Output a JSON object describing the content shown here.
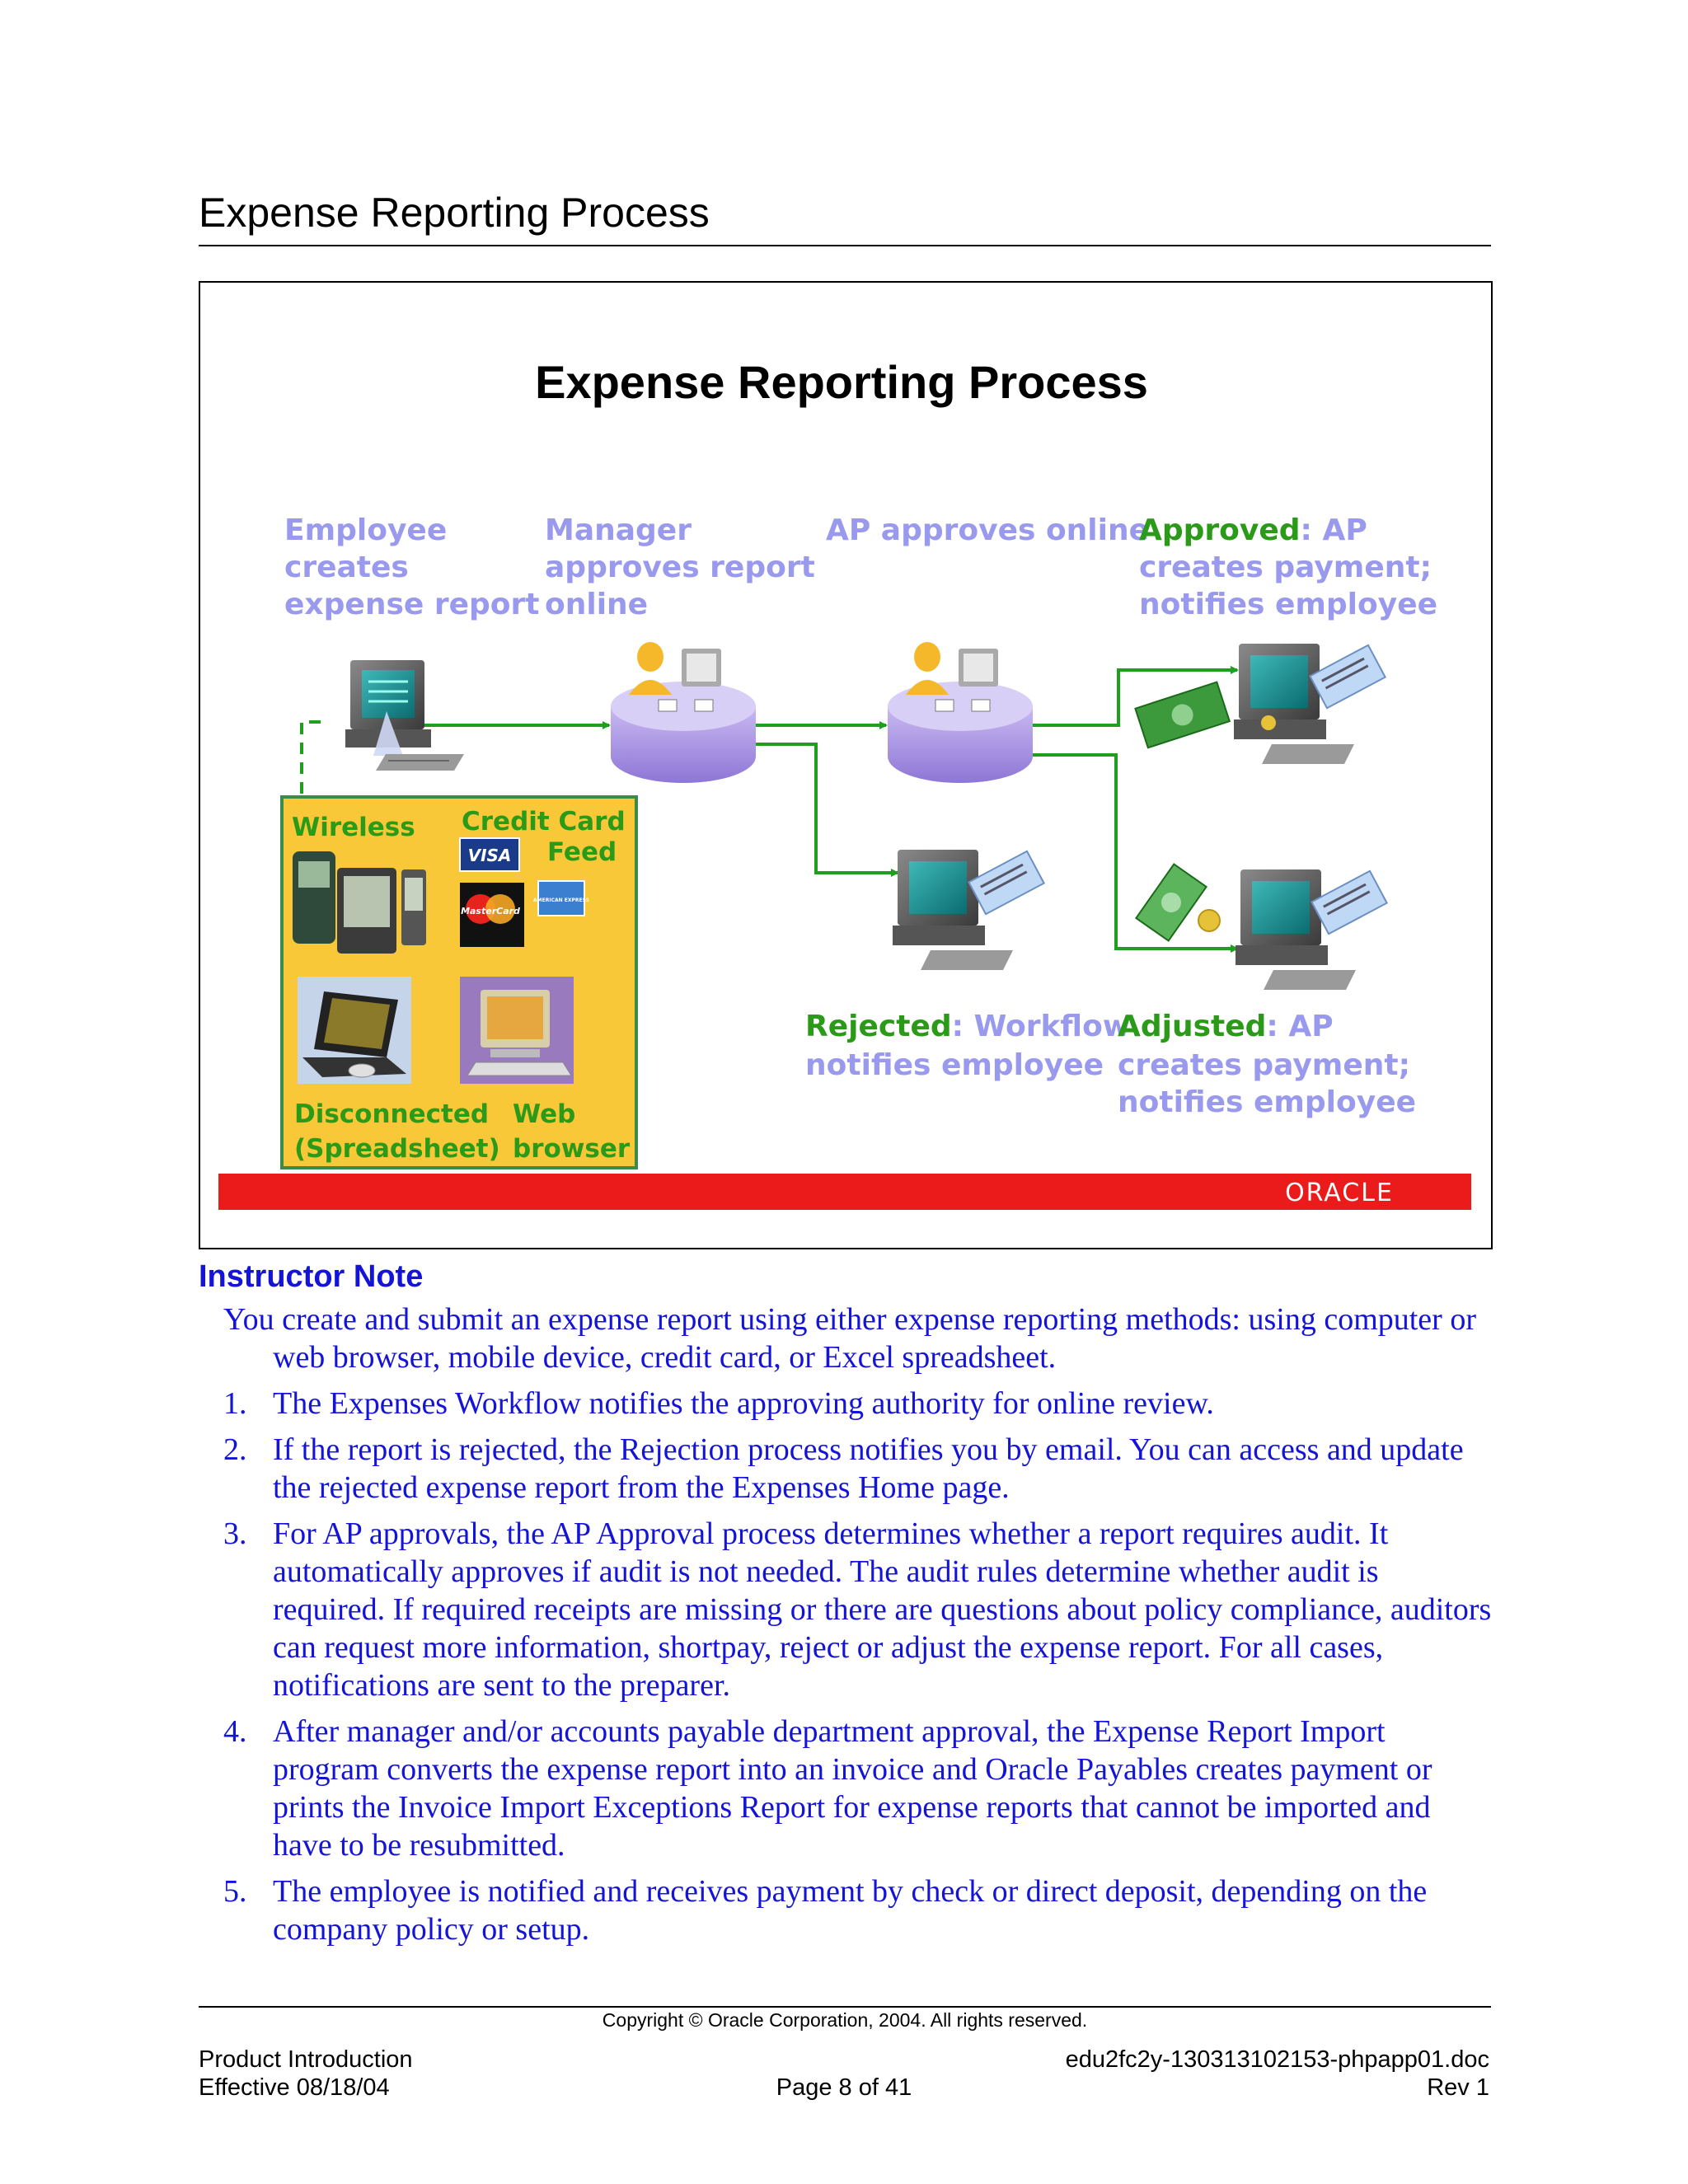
{
  "page": {
    "title": "Expense Reporting Process"
  },
  "slide": {
    "title": "Expense Reporting Process",
    "steps": {
      "employee": [
        "Employee",
        "creates",
        "expense report"
      ],
      "manager": [
        "Manager",
        "approves report",
        "online"
      ],
      "ap": [
        "AP approves online"
      ],
      "approved": {
        "status": "Approved",
        "rest": ": AP",
        "lines": [
          "creates payment;",
          "notifies employee"
        ]
      },
      "rejected": {
        "status": "Rejected",
        "rest": ": Workflow",
        "lines": [
          "notifies employee"
        ]
      },
      "adjusted": {
        "status": "Adjusted",
        "rest": ": AP",
        "lines": [
          "creates payment;",
          "notifies employee"
        ]
      }
    },
    "methods": {
      "wireless": "Wireless",
      "credit_card": [
        "Credit Card",
        "Feed"
      ],
      "card_logo": "VISA",
      "mastercard": "MasterCard",
      "amex": "AMERICAN EXPRESS",
      "disconnected": [
        "Disconnected",
        "(Spreadsheet)"
      ],
      "web": [
        "Web",
        "browser"
      ]
    },
    "brand": "ORACLE",
    "colors": {
      "step_text": "#9999ee",
      "status_text": "#2a9a18",
      "methods_fill": "#f9c838",
      "methods_border": "#3a8a4a",
      "banner": "#ec1b1b",
      "arrow": "#1ea01e"
    }
  },
  "note": {
    "heading": "Instructor Note",
    "intro": "You create and submit an expense report using either expense reporting methods: using computer or web browser, mobile device, credit card, or Excel spreadsheet.",
    "items": [
      {
        "num": "1.",
        "text": "The Expenses Workflow notifies the approving authority for online review."
      },
      {
        "num": "2.",
        "text": "If the report is rejected, the Rejection process notifies you by email.  You can access and update the rejected expense report from the Expenses Home page."
      },
      {
        "num": "3.",
        "text": "For AP approvals, the AP Approval process determines whether a report requires audit. It automatically approves if audit is not needed.  The audit rules determine whether audit is required.  If required receipts are missing or there are questions about policy compliance, auditors can request more information, shortpay, reject or adjust the expense report.  For all cases, notifications are sent to the preparer."
      },
      {
        "num": "4.",
        "text": "After manager and/or accounts payable department approval, the Expense Report Import program converts the expense report into an invoice and Oracle Payables creates payment or prints the Invoice Import Exceptions Report for expense reports that cannot be imported and have to be resubmitted."
      },
      {
        "num": "5.",
        "text": "The employee is notified and receives payment by check or direct deposit, depending on the company policy or setup."
      }
    ]
  },
  "footer": {
    "copyright": "Copyright © Oracle Corporation, 2004. All rights reserved.",
    "left_line1": "Product Introduction",
    "left_line2": "Effective 08/18/04",
    "center": "Page 8 of 41",
    "right_line1": "edu2fc2y-130313102153-phpapp01.doc",
    "right_line2": "Rev 1"
  }
}
